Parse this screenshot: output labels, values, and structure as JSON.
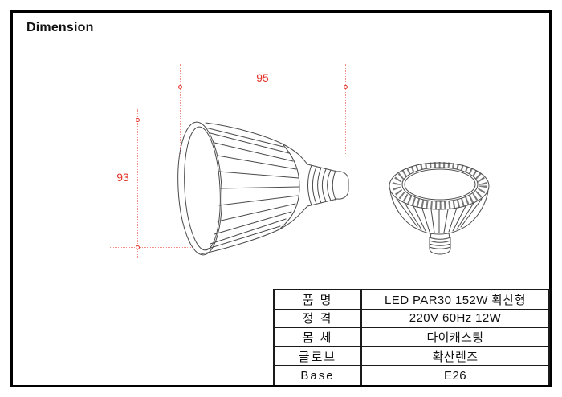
{
  "page": {
    "title": "Dimension"
  },
  "dimensions": {
    "width": {
      "value": "95"
    },
    "height": {
      "value": "93"
    }
  },
  "drawings": {
    "side_view": "lamp-side-view-line-drawing",
    "angled_view": "lamp-angled-view-line-drawing"
  },
  "colors": {
    "dimension_red": "#e4362c",
    "dimension_dotted_pink": "#ef8f88",
    "drawing_line_gray": "#4a4a4a",
    "frame_black": "#000000"
  },
  "spec_table": {
    "rows": [
      {
        "label": "품 명",
        "value": "LED PAR30 152W 확산형"
      },
      {
        "label": "정 격",
        "value": "220V 60Hz 12W"
      },
      {
        "label": "몸 체",
        "value": "다이캐스팅"
      },
      {
        "label": "글로브",
        "value": "확산렌즈"
      },
      {
        "label": "Base",
        "value": "E26"
      }
    ]
  }
}
